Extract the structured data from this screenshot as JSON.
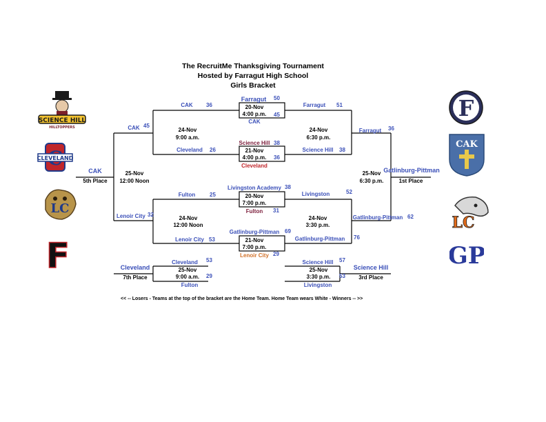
{
  "title_lines": [
    "The RecruitMe Thanksgiving Tournament",
    "Hosted by Farragut High School",
    "Girls Bracket"
  ],
  "left_r1_a": {
    "team1": "CAK",
    "score1": "36",
    "team2": "Cleveland",
    "score2": "26",
    "date": "24-Nov",
    "time": "9:00 a.m."
  },
  "left_r1_b": {
    "team1": "Fulton",
    "score1": "25",
    "team2": "Lenoir City",
    "score2": "53",
    "date": "24-Nov",
    "time": "12:00 Noon"
  },
  "left_semis": {
    "team1": "CAK",
    "score1": "45",
    "team2": "Lenoir City",
    "score2": "32",
    "date": "25-Nov",
    "time": "12:00 Noon"
  },
  "fifth": {
    "team": "CAK",
    "place": "5th Place"
  },
  "right_r1_a": {
    "team1": "Farragut",
    "score1": "51",
    "team2": "Science Hill",
    "score2": "38",
    "date": "24-Nov",
    "time": "6:30 p.m."
  },
  "right_r1_b": {
    "team1": "Livingston",
    "score1": "52",
    "team2": "Gatlinburg-Pittman",
    "score2": "76",
    "date": "24-Nov",
    "time": "3:30 p.m."
  },
  "right_semis": {
    "team1": "Farragut",
    "score1": "36",
    "team2": "Gatlinburg-Pittman",
    "score2": "62",
    "date": "25-Nov",
    "time": "6:30 p.m."
  },
  "first": {
    "team": "Gatlinburg-Pittman",
    "place": "1st Place"
  },
  "center_games": [
    {
      "top_team": "Farragut",
      "top_score": "50",
      "date": "20-Nov",
      "time": "4:00 p.m.",
      "score2": "45",
      "bottom_team": "CAK"
    },
    {
      "top_team": "Science Hill",
      "top_score": "38",
      "date": "21-Nov",
      "time": "4:00 p.m.",
      "score2": "36",
      "bottom_team": "Cleveland"
    },
    {
      "top_team": "Livingston Academy",
      "top_score": "38",
      "date": "20-Nov",
      "time": "7:00 p.m.",
      "score2": "31",
      "bottom_team": "Fulton"
    },
    {
      "top_team": "Gatlinburg-Pittman",
      "top_score": "69",
      "date": "21-Nov",
      "time": "7:00 p.m.",
      "score2": "29",
      "bottom_team": "Lenoir City"
    }
  ],
  "seventh": {
    "team1": "Cleveland",
    "score1": "53",
    "date": "25-Nov",
    "time": "9:00 a.m.",
    "team2": "Fulton",
    "score2": "29",
    "winner": "Cleveland",
    "place": "7th Place"
  },
  "third": {
    "team1": "Science Hill",
    "score1": "57",
    "date": "25-Nov",
    "time": "3:30 p.m.",
    "team2": "Livingston",
    "score2": "53",
    "winner": "Science Hill",
    "place": "3rd Place"
  },
  "footer": "<< --  Losers  -  Teams at the top of the bracket are the Home Team. Home Team wears White  -  Winners  -- >>",
  "logos": {
    "science_hill": "SCIENCE HILL",
    "science_hill_sub": "HILLTOPPERS",
    "cleveland": "CLEVELAND",
    "cleveland_c": "C",
    "lenoir_city": "LC",
    "fulton": "F",
    "farragut": "F",
    "cak": "CAK",
    "lc_right": "LC",
    "gp": "GP"
  },
  "colors": {
    "team_blue": "#3a4fb8",
    "red": "#c0262b",
    "maroon": "#7b1c3a",
    "orange": "#d07028"
  }
}
